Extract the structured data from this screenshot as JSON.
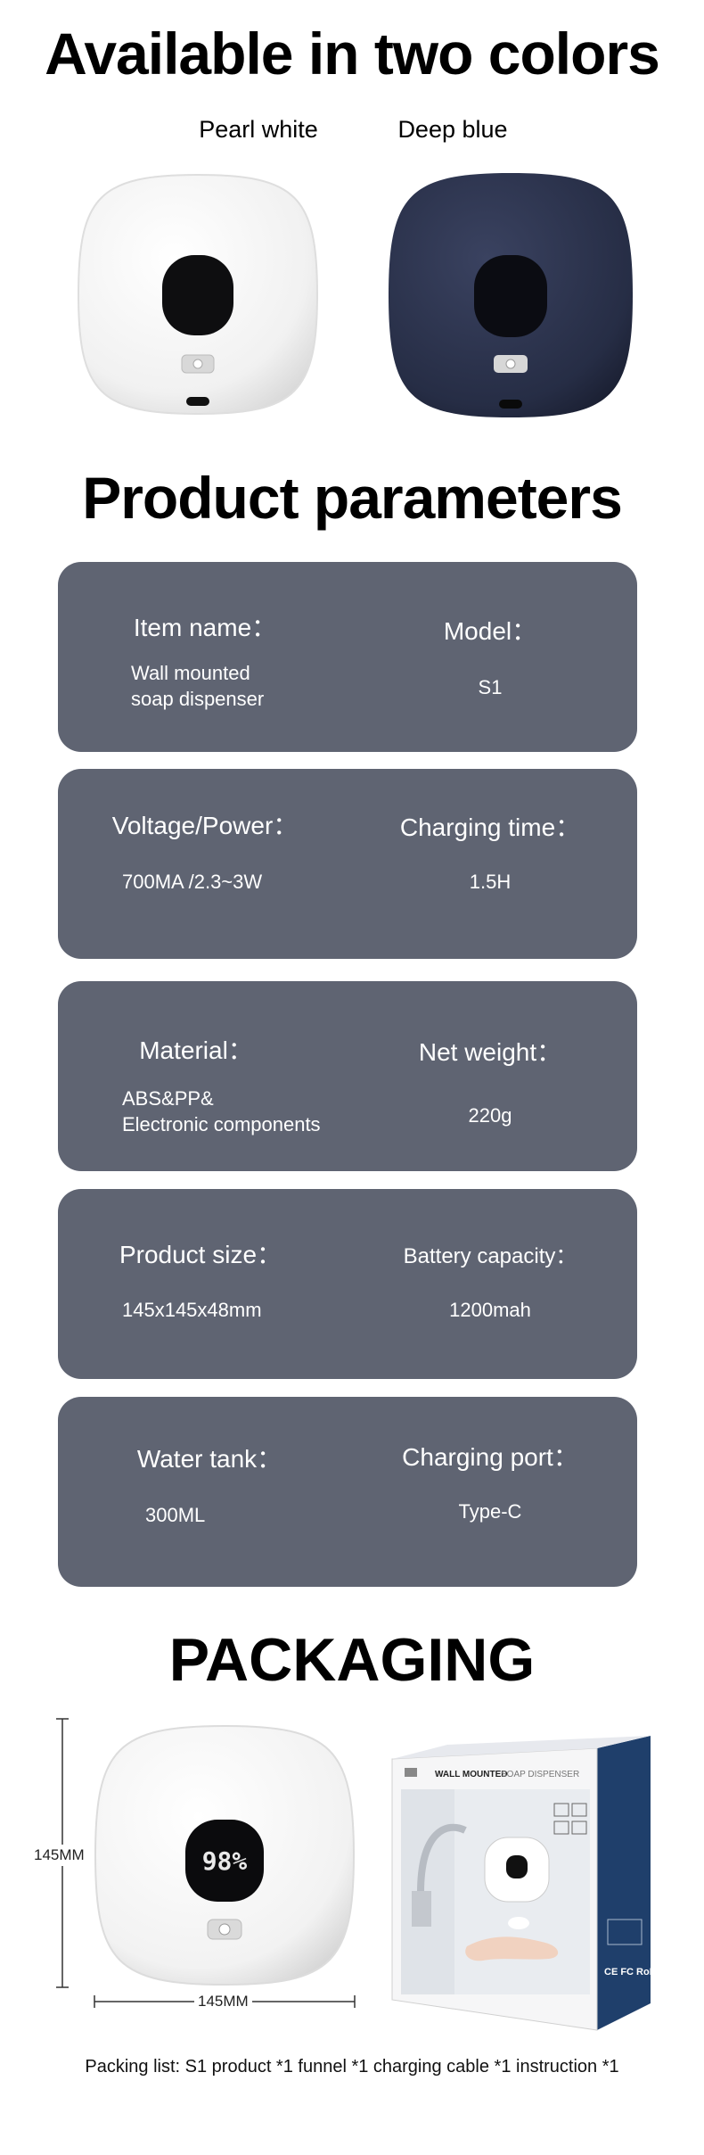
{
  "colors_section": {
    "title": "Available in two colors",
    "options": [
      {
        "label": "Pearl white",
        "color": "#f7f7f7"
      },
      {
        "label": "Deep blue",
        "color": "#2a3148"
      }
    ]
  },
  "parameters_section": {
    "title": "Product parameters",
    "cards": [
      {
        "left_key": "Item name：",
        "left_value": "Wall mounted\nsoap dispenser",
        "right_key": "Model：",
        "right_value": "S1"
      },
      {
        "left_key": "Voltage/Power：",
        "left_value": "700MA /2.3~3W",
        "right_key": "Charging time：",
        "right_value": "1.5H"
      },
      {
        "left_key": "Material：",
        "left_value": "ABS&PP&\nElectronic components",
        "right_key": "Net weight：",
        "right_value": "220g"
      },
      {
        "left_key": "Product size：",
        "left_value": "145x145x48mm",
        "right_key": "Battery capacity：",
        "right_value": "1200mah"
      },
      {
        "left_key": "Water tank：",
        "left_value": "300ML",
        "right_key": "Charging port：",
        "right_value": "Type-C"
      }
    ]
  },
  "packaging_section": {
    "title": "PACKAGING",
    "height_label": "145MM",
    "width_label": "145MM",
    "display_reading": "98%",
    "box_title_bold": "WALL MOUNTED",
    "box_title_light": "SOAP DISPENSER",
    "box_cert": "CE FC RoHS",
    "packing_list": "Packing list: S1 product *1 funnel *1 charging cable *1 instruction *1"
  }
}
